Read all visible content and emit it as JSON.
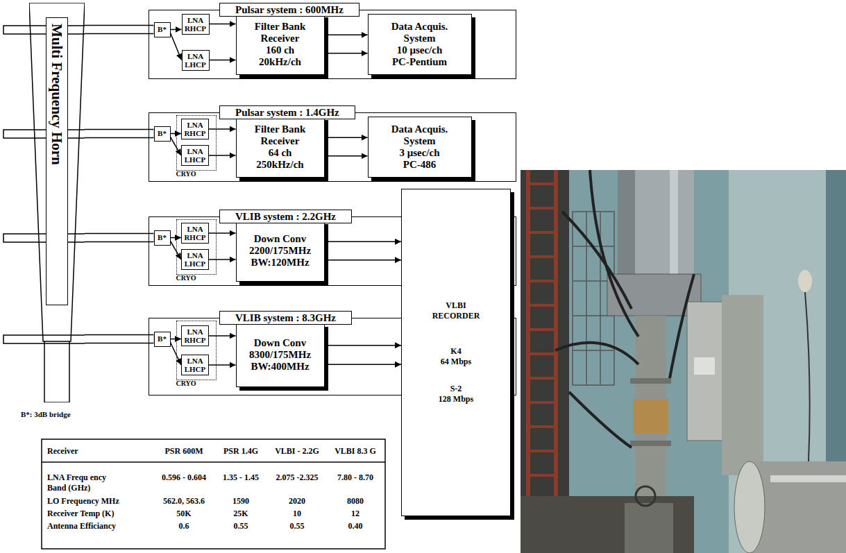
{
  "diagram": {
    "nodes": [
      {
        "text": [
          "Multi Frequency Horn"
        ]
      },
      {
        "text": [
          "Pulsar system : 600MHz"
        ]
      },
      {
        "text": [
          "B*"
        ],
        "in": 1
      },
      {
        "text": [
          "LNA RHCP"
        ],
        "in": 1
      },
      {
        "text": [
          "LNA LHCP"
        ],
        "in": 1
      },
      {
        "text": [
          "Filter Bank Receiver",
          "160 ch",
          "20kHz/ch"
        ],
        "in": 1
      },
      {
        "text": [
          "Data Acquis. System",
          "10 μsec/ch",
          "PC-Pentium"
        ],
        "in": 1
      },
      {
        "text": [
          "Pulsar system : 1.4GHz"
        ]
      },
      {
        "text": [
          "B*"
        ],
        "in": 7
      },
      {
        "text": [
          "CRYO"
        ],
        "in": 7
      },
      {
        "text": [
          "LNA RHCP"
        ],
        "in": 9
      },
      {
        "text": [
          "LNA LHCP"
        ],
        "in": 9
      },
      {
        "text": [
          "Filter Bank Receiver",
          "64 ch",
          "250kHz/ch"
        ],
        "in": 7
      },
      {
        "text": [
          "Data Acquis. System",
          "3 μsec/ch",
          "PC-486"
        ],
        "in": 7
      },
      {
        "text": [
          "VLIB system : 2.2GHz"
        ]
      },
      {
        "text": [
          "B*"
        ],
        "in": 14
      },
      {
        "text": [
          "CRYO"
        ],
        "in": 14
      },
      {
        "text": [
          "LNA RHCP"
        ],
        "in": 16
      },
      {
        "text": [
          "LNA LHCP"
        ],
        "in": 16
      },
      {
        "text": [
          "Down Conv",
          "2200/175MHz",
          "BW:120MHz"
        ],
        "in": 14
      },
      {
        "text": [
          "VLIB system : 8.3GHz"
        ]
      },
      {
        "text": [
          "B*"
        ],
        "in": 20
      },
      {
        "text": [
          "CRYO"
        ],
        "in": 20
      },
      {
        "text": [
          "LNA RHCP"
        ],
        "in": 22
      },
      {
        "text": [
          "LNA LHCP"
        ],
        "in": 22
      },
      {
        "text": [
          "Down Conv",
          "8300/175MHz",
          "BW:400MHz"
        ],
        "in": 20
      },
      {
        "text": [
          "VLBI RECORDER",
          "K4",
          "64 Mbps",
          "S-2",
          "128 Mbps"
        ]
      }
    ],
    "edges": [
      {
        "from": 0,
        "to": 2,
        "arrow": "none"
      },
      {
        "from": 2,
        "to": 3,
        "arrow": "to"
      },
      {
        "from": 2,
        "to": 4,
        "arrow": "to"
      },
      {
        "from": 3,
        "to": 5,
        "arrow": "to"
      },
      {
        "from": 4,
        "to": 5,
        "arrow": "to"
      },
      {
        "from": 5,
        "to": 6,
        "arrow": "to"
      },
      {
        "from": 5,
        "to": 6,
        "arrow": "to"
      },
      {
        "from": 0,
        "to": 8,
        "arrow": "none"
      },
      {
        "from": 8,
        "to": 10,
        "arrow": "to"
      },
      {
        "from": 8,
        "to": 11,
        "arrow": "to"
      },
      {
        "from": 10,
        "to": 12,
        "arrow": "to"
      },
      {
        "from": 11,
        "to": 12,
        "arrow": "to"
      },
      {
        "from": 12,
        "to": 13,
        "arrow": "to"
      },
      {
        "from": 12,
        "to": 13,
        "arrow": "to"
      },
      {
        "from": 0,
        "to": 15,
        "arrow": "none"
      },
      {
        "from": 15,
        "to": 17,
        "arrow": "to"
      },
      {
        "from": 15,
        "to": 18,
        "arrow": "to"
      },
      {
        "from": 17,
        "to": 19,
        "arrow": "to"
      },
      {
        "from": 18,
        "to": 19,
        "arrow": "to"
      },
      {
        "from": 19,
        "to": 26,
        "arrow": "to"
      },
      {
        "from": 19,
        "to": 26,
        "arrow": "to"
      },
      {
        "from": 0,
        "to": 21,
        "arrow": "none"
      },
      {
        "from": 21,
        "to": 23,
        "arrow": "to"
      },
      {
        "from": 21,
        "to": 24,
        "arrow": "to"
      },
      {
        "from": 23,
        "to": 25,
        "arrow": "to"
      },
      {
        "from": 24,
        "to": 25,
        "arrow": "to"
      },
      {
        "from": 25,
        "to": 26,
        "arrow": "to"
      },
      {
        "from": 25,
        "to": 26,
        "arrow": "to"
      }
    ],
    "labels": [
      "B*: 3dB bridge",
      "Receiver",
      "PSR 600M",
      "PSR 1.4G",
      "VLBI - 2.2G",
      "VLBI 8.3 G",
      "LNA Frequ ency Band (GHz)",
      "0.596 - 0.604",
      "1.35 - 1.45",
      "2.075 -2.325",
      "7.80 - 8.70",
      "LO Frequency MHz",
      "562.0, 563.6",
      "1590",
      "2020",
      "8080",
      "Receiver Temp (K)",
      "50K",
      "25K",
      "10",
      "12",
      "Antenna Efficiancy",
      "0.6",
      "0.55",
      "0.55",
      "0.40"
    ]
  }
}
